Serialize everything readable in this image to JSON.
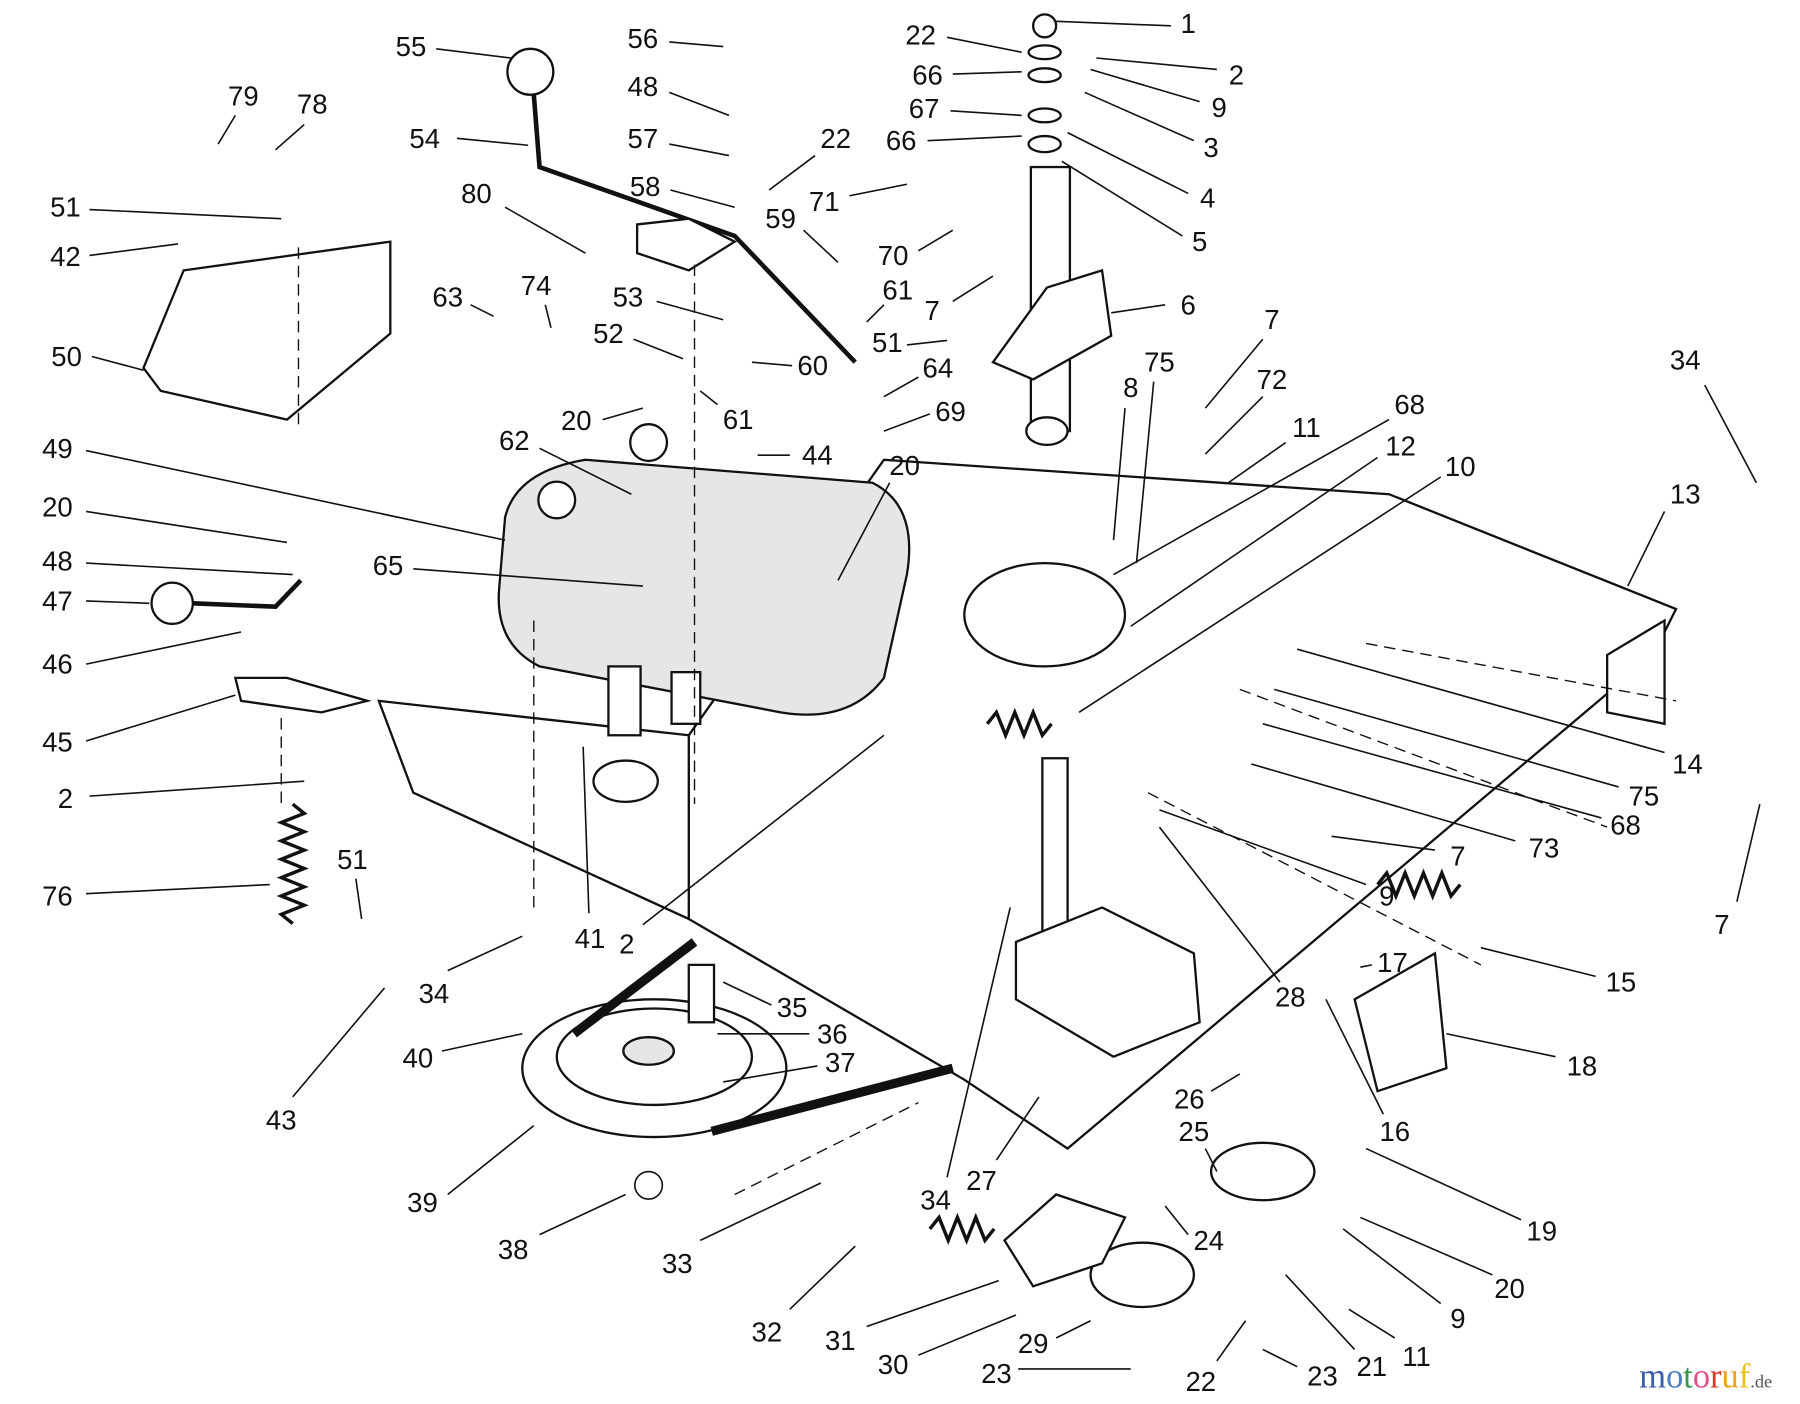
{
  "callouts": [
    "55",
    "56",
    "22",
    "1",
    "2",
    "9",
    "3",
    "4",
    "5",
    "66",
    "67",
    "66",
    "71",
    "70",
    "79",
    "78",
    "51",
    "42",
    "80",
    "54",
    "48",
    "57",
    "22",
    "58",
    "59",
    "50",
    "63",
    "74",
    "53",
    "52",
    "61",
    "51",
    "7",
    "60",
    "64",
    "61",
    "69",
    "20",
    "62",
    "44",
    "20",
    "49",
    "20",
    "48",
    "47",
    "65",
    "46",
    "45",
    "2",
    "76",
    "51",
    "34",
    "41",
    "2",
    "43",
    "40",
    "35",
    "36",
    "37",
    "39",
    "38",
    "33",
    "32",
    "31",
    "30",
    "34",
    "27",
    "29",
    "23",
    "24",
    "22",
    "23",
    "21",
    "11",
    "9",
    "20",
    "19",
    "16",
    "26",
    "25",
    "28",
    "18",
    "17",
    "15",
    "9",
    "7",
    "73",
    "68",
    "75",
    "14",
    "7",
    "13",
    "34",
    "7",
    "72",
    "11",
    "68",
    "12",
    "10",
    "8",
    "75",
    "6"
  ],
  "watermark": {
    "text": "motoruf",
    "suffix": ".de",
    "colors": [
      "#3b5bab",
      "#4a7fc1",
      "#2f9a4a",
      "#e0508a",
      "#d33c2a",
      "#f0a020",
      "#e8c020"
    ]
  }
}
